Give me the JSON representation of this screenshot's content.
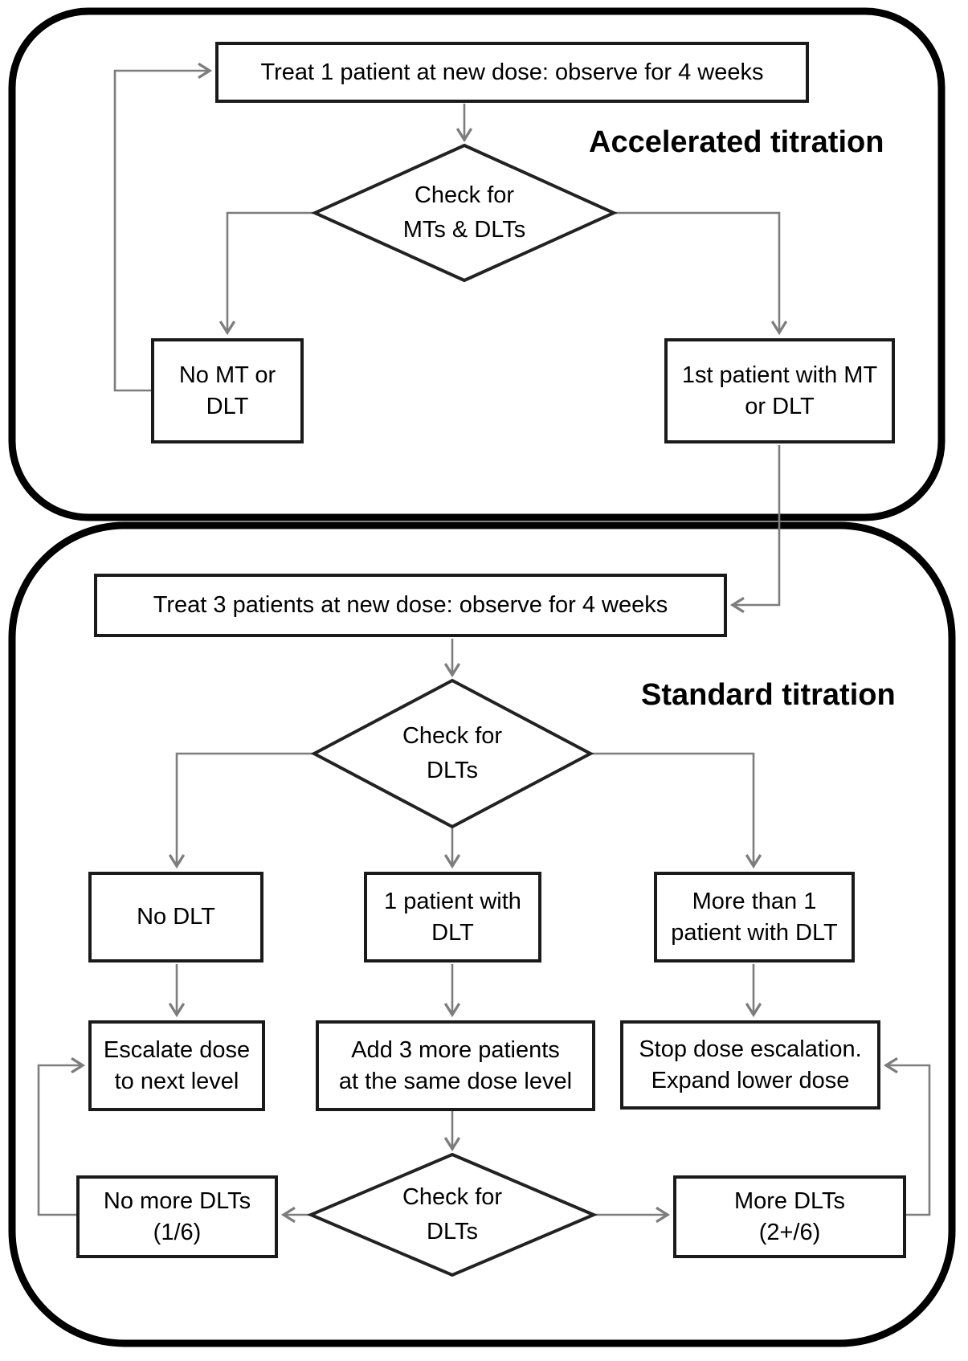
{
  "sections": {
    "accelerated": {
      "title": "Accelerated titration"
    },
    "standard": {
      "title": "Standard titration"
    }
  },
  "nodes": {
    "treat1": {
      "shape": "process",
      "label": "Treat 1 patient at new dose: observe for 4 weeks"
    },
    "checkMtsDlts": {
      "shape": "decision",
      "label": "Check for\nMTs & DLTs"
    },
    "noMtDlt": {
      "shape": "process",
      "label": "No MT or\nDLT"
    },
    "firstPatientMtDlt": {
      "shape": "process",
      "label": "1st patient with MT\nor DLT"
    },
    "treat3": {
      "shape": "process",
      "label": "Treat 3 patients at new dose: observe for 4 weeks"
    },
    "checkDlts1": {
      "shape": "decision",
      "label": "Check for\nDLTs"
    },
    "noDlt": {
      "shape": "process",
      "label": "No DLT"
    },
    "onePatientDlt": {
      "shape": "process",
      "label": "1 patient with\nDLT"
    },
    "moreThanOneDlt": {
      "shape": "process",
      "label": "More than 1\npatient with DLT"
    },
    "escalateDose": {
      "shape": "process",
      "label": "Escalate dose\nto next level"
    },
    "addThreeMore": {
      "shape": "process",
      "label": "Add 3 more patients\nat the same dose level"
    },
    "stopEscalation": {
      "shape": "process",
      "label": "Stop dose escalation.\nExpand lower dose"
    },
    "checkDlts2": {
      "shape": "decision",
      "label": "Check for\nDLTs"
    },
    "noMoreDlts": {
      "shape": "process",
      "label": "No more DLTs\n(1/6)"
    },
    "moreDlts": {
      "shape": "process",
      "label": "More DLTs\n(2+/6)"
    }
  },
  "edges": [
    {
      "from": "treat1",
      "to": "checkMtsDlts"
    },
    {
      "from": "checkMtsDlts",
      "to": "noMtDlt"
    },
    {
      "from": "checkMtsDlts",
      "to": "firstPatientMtDlt"
    },
    {
      "from": "noMtDlt",
      "to": "treat1"
    },
    {
      "from": "firstPatientMtDlt",
      "to": "treat3"
    },
    {
      "from": "treat3",
      "to": "checkDlts1"
    },
    {
      "from": "checkDlts1",
      "to": "noDlt"
    },
    {
      "from": "checkDlts1",
      "to": "onePatientDlt"
    },
    {
      "from": "checkDlts1",
      "to": "moreThanOneDlt"
    },
    {
      "from": "noDlt",
      "to": "escalateDose"
    },
    {
      "from": "onePatientDlt",
      "to": "addThreeMore"
    },
    {
      "from": "moreThanOneDlt",
      "to": "stopEscalation"
    },
    {
      "from": "addThreeMore",
      "to": "checkDlts2"
    },
    {
      "from": "checkDlts2",
      "to": "noMoreDlts"
    },
    {
      "from": "checkDlts2",
      "to": "moreDlts"
    },
    {
      "from": "noMoreDlts",
      "to": "escalateDose"
    },
    {
      "from": "moreDlts",
      "to": "stopEscalation"
    }
  ],
  "colors": {
    "background": "#ffffff",
    "container_border": "#000000",
    "box_border": "#1a1a1a",
    "arrow": "#7d7d7d",
    "text": "#000000"
  }
}
